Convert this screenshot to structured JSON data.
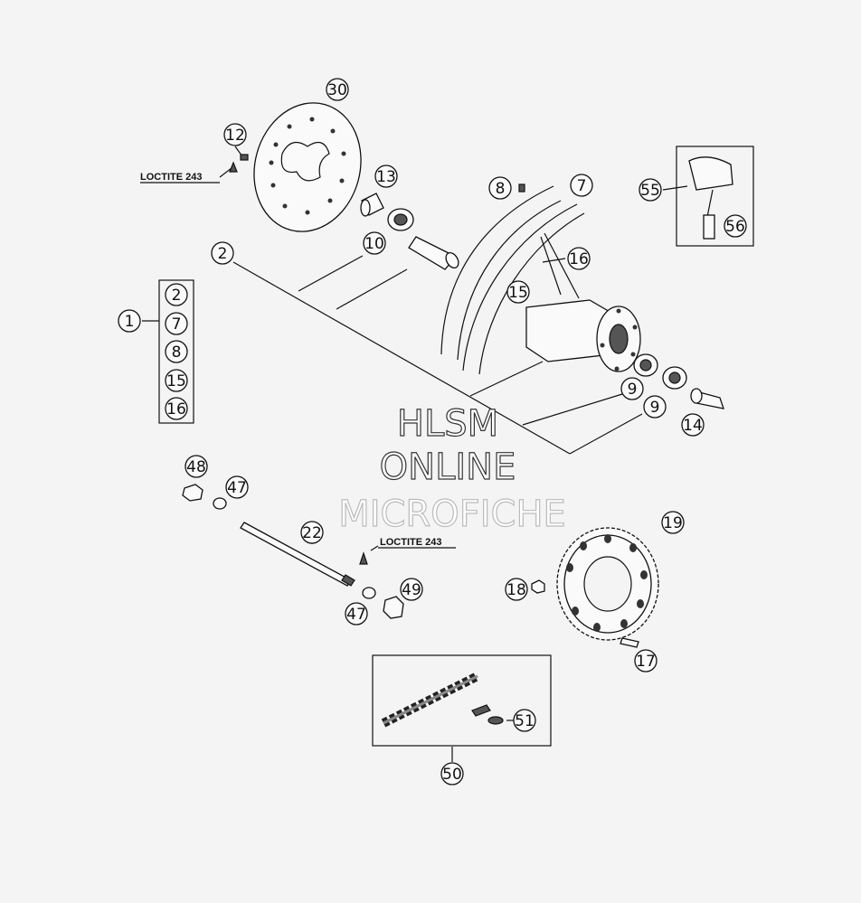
{
  "callouts": {
    "c30": "30",
    "c12": "12",
    "c13": "13",
    "c10": "10",
    "c2": "2",
    "c8": "8",
    "c7": "7",
    "c16": "16",
    "c15": "15",
    "c55": "55",
    "c56": "56",
    "c1": "1",
    "k2": "2",
    "k7": "7",
    "k8": "8",
    "k15": "15",
    "k16": "16",
    "c9a": "9",
    "c9b": "9",
    "c14": "14",
    "c48": "48",
    "c47a": "47",
    "c22": "22",
    "c47b": "47",
    "c49": "49",
    "c19": "19",
    "c18": "18",
    "c17": "17",
    "c50": "50",
    "c51": "51"
  },
  "notes": {
    "loctite_top": "LOCTITE 243",
    "loctite_mid": "LOCTITE 243"
  },
  "watermark": {
    "line1": "HLSM",
    "line2": "ONLINE",
    "line3": "MICROFICHE"
  }
}
